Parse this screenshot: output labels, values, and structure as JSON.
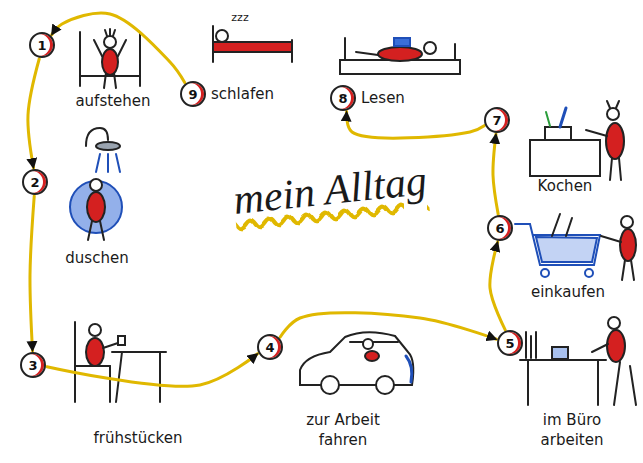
{
  "diagram": {
    "title": "mein Alltag",
    "nodes": [
      {
        "text": [
          "1"
        ]
      },
      {
        "text": [
          "2"
        ]
      },
      {
        "text": [
          "3"
        ]
      },
      {
        "text": [
          "4"
        ]
      },
      {
        "text": [
          "5"
        ]
      },
      {
        "text": [
          "6"
        ]
      },
      {
        "text": [
          "7"
        ]
      },
      {
        "text": [
          "8"
        ]
      },
      {
        "text": [
          "9"
        ]
      }
    ],
    "edges": [
      {
        "from": 0,
        "to": 1,
        "arrow": "to"
      },
      {
        "from": 1,
        "to": 2,
        "arrow": "to"
      },
      {
        "from": 2,
        "to": 3,
        "arrow": "to"
      },
      {
        "from": 3,
        "to": 4,
        "arrow": "to"
      },
      {
        "from": 4,
        "to": 5,
        "arrow": "to"
      },
      {
        "from": 5,
        "to": 6,
        "arrow": "to"
      },
      {
        "from": 6,
        "to": 7,
        "arrow": "to"
      },
      {
        "from": 8,
        "to": 0,
        "arrow": "to"
      }
    ],
    "labels": [
      "zzz",
      "aufstehen",
      "schlafen",
      "Lesen",
      "Kochen",
      "duschen",
      "einkaufen",
      "frühstücken",
      "zur Arbeit fahren",
      "im Büro arbeiten"
    ]
  }
}
